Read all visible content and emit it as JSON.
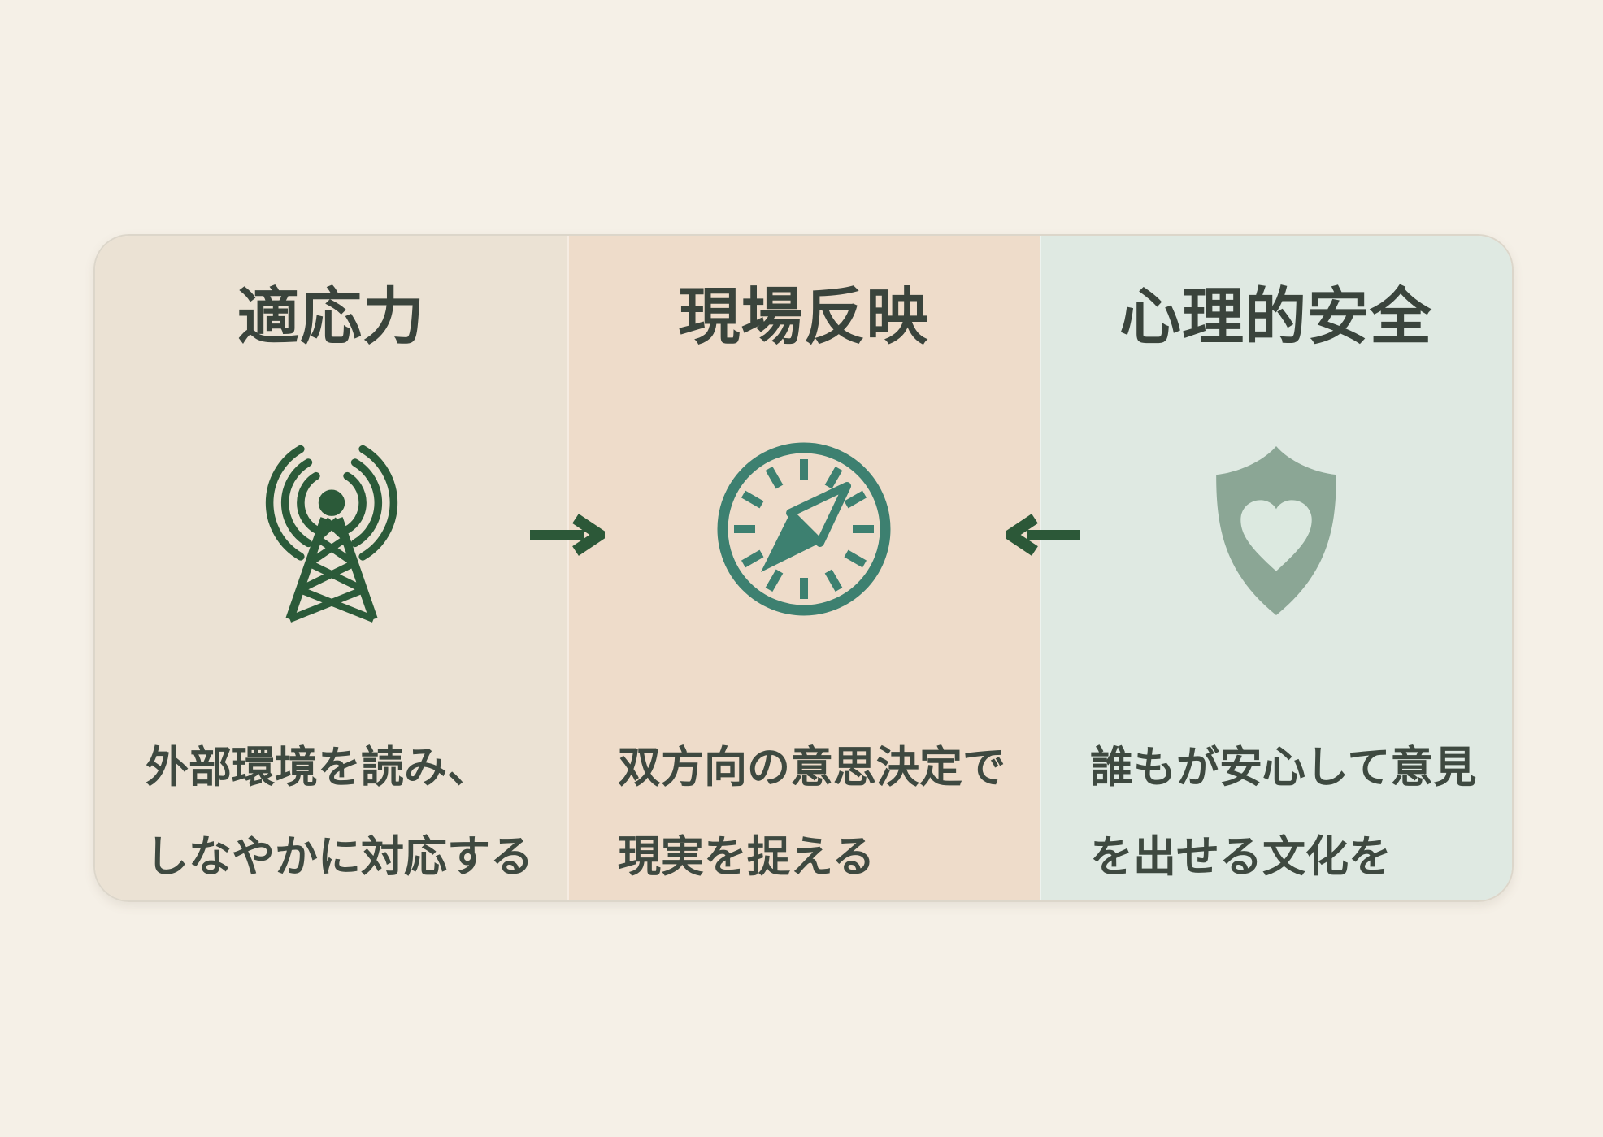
{
  "palette": {
    "page_bg": "#f5f0e7",
    "title_text": "#3a443c",
    "body_text": "#3e4940",
    "arrow_green": "#2c5838",
    "tower_green": "#2b5a39",
    "compass_teal": "#3d8070",
    "shield_sage": "#8ba695",
    "heart_mint": "#dce9e0"
  },
  "panels": [
    {
      "id": "adaptability",
      "title": "適応力",
      "icon": "radio-tower",
      "bg": "#ebe2d4",
      "description_lines": [
        "外部環境を読み、",
        "しなやかに対応する"
      ]
    },
    {
      "id": "field-reflection",
      "title": "現場反映",
      "icon": "compass",
      "bg": "#eedcca",
      "description_lines": [
        "双方向の意思決定で",
        "現実を捉える"
      ]
    },
    {
      "id": "psychological-safety",
      "title": "心理的安全",
      "icon": "shield-heart",
      "bg": "#dfe9e2",
      "description_lines": [
        "誰もが安心して意見",
        "を出せる文化を"
      ]
    }
  ],
  "arrows": [
    {
      "direction": "right"
    },
    {
      "direction": "left"
    }
  ]
}
